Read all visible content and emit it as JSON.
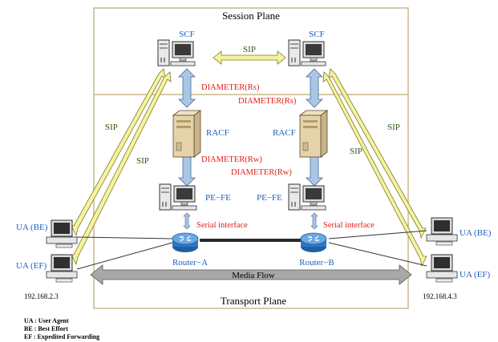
{
  "planes": {
    "session": "Session Plane",
    "transport": "Transport Plane"
  },
  "nodes": {
    "scf": "SCF",
    "racf": "RACF",
    "pe_fe": "PE−FE",
    "router_a": "Router−A",
    "router_b": "Router−B",
    "ua_be": "UA (BE)",
    "ua_ef": "UA (EF)"
  },
  "links": {
    "sip": "SIP",
    "diameter_rs": "DIAMETER(Rs)",
    "diameter_rw": "DIAMETER(Rw)",
    "serial": "Serial interface",
    "media_flow": "Media Flow"
  },
  "ips": {
    "left": "192.168.2.3",
    "right": "192.168.4.3"
  },
  "legend": [
    "UA : User Agent",
    "BE : Best Effort",
    "EF : Expedited Forwarding"
  ],
  "colors": {
    "sip_arrow": "#f6f3a0",
    "diameter_arrow": "#a9c6e6",
    "media_arrow": "#a8a8a8",
    "frame": "#c8b98a"
  }
}
